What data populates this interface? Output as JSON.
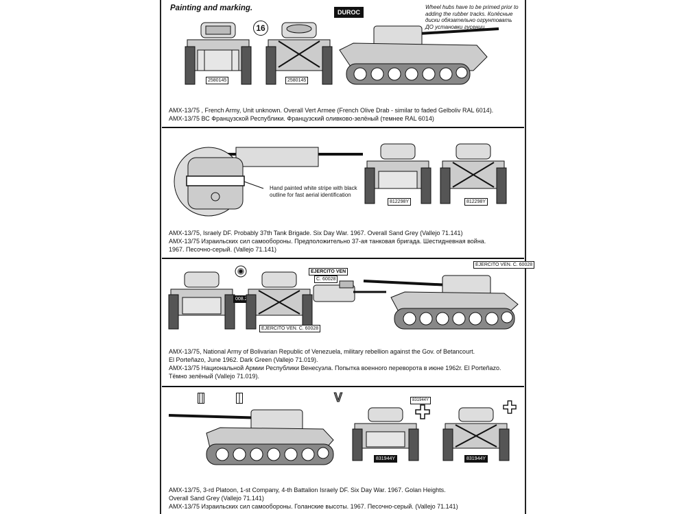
{
  "header": {
    "title": "Painting and marking.",
    "note": "Wheel hubs have to be primed prior to adding the rubber tracks. Колёсные диски обязательно огрунтовать ДО установки гусениц."
  },
  "section1": {
    "caption_en": "AMX-13/75 , French Army, Unit unknown. Overall Vert Armee (French Olive Drab - similar to faded Gelboliv RAL 6014).",
    "caption_ru": "AMX-13/75 ВС Французской Республики. Французский оливково-зелёный (темнее RAL 6014)",
    "plate_front": "2580145",
    "plate_rear": "2580145",
    "badge": "DUROC",
    "number": "16"
  },
  "section2": {
    "callout": "Hand painted white stripe with black outline for fast aerial identification",
    "caption_en": "AMX-13/75, Israely DF. Probably 37th Tank Brigade. Six Day War. 1967. Overall Sand Grey (Vallejo 71.141)",
    "caption_ru1": "AMX-13/75 Израильских сил самообороны. Предположительно 37-ая танковая бригада. Шестидневная война.",
    "caption_ru2": "1967. Песочно-серый. (Vallejo 71.141)",
    "plate_front": "812298Y",
    "plate_rear": "812298Y"
  },
  "section3": {
    "caption_en1": "AMX-13/75, National Army of Bolivarian Republic of Venezuela, military rebellion against the Gov. of Betancourt.",
    "caption_en2": "El Porteñazo, June 1962. Dark Green (Vallejo 71.019).",
    "caption_ru1": "AMX-13/75 Национальной Армии Республики Венесуэла. Попытка военного переворота в июне 1962г. El Porteñazo.",
    "caption_ru2": "Тёмно зелёный  (Vallejo 71.019).",
    "plate_a": "EJERCITO VEN",
    "plate_b": "C. 60028",
    "plate_side": "EJERCITO VEN. C. 60028",
    "plate_rear": "EJERCITO VEN. C. 60028",
    "hull_no": "008.2"
  },
  "section4": {
    "caption_en1": "AMX-13/75, 3-rd Platoon, 1-st Company, 4-th Battalion Israely DF. Six Day War. 1967. Golan Heights.",
    "caption_en2": "Overall Sand Grey (Vallejo 71.141)",
    "caption_ru": "AMX-13/75 Израильских сил самообороны. Голанские высоты. 1967. Песочно-серый. (Vallejo 71.141)",
    "plate_front": "831944Y",
    "plate_rear": "831944Y",
    "plate_top": "831944Y",
    "chevron": "V"
  }
}
